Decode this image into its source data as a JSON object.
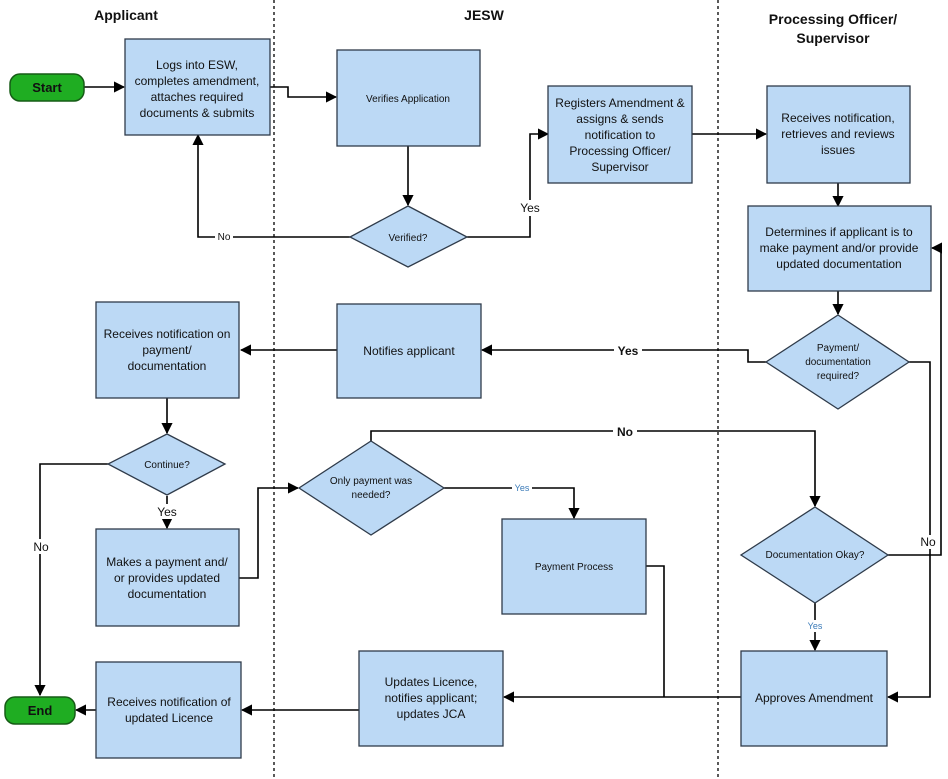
{
  "lanes": {
    "applicant": "Applicant",
    "jesw": "JESW",
    "officer_line1": "Processing Officer/",
    "officer_line2": "Supervisor"
  },
  "terminals": {
    "start": "Start",
    "end": "End"
  },
  "nodes": {
    "logs_into_esw": [
      "Logs into ESW,",
      "completes amendment,",
      "attaches required",
      "documents & submits"
    ],
    "verifies_application": [
      "Verifies Application"
    ],
    "verified_decision": [
      "Verified?"
    ],
    "registers_amendment": [
      "Registers Amendment &",
      "assigns & sends",
      "notification to",
      "Processing Officer/",
      "Supervisor"
    ],
    "receives_notification_reviews": [
      "Receives notification,",
      "retrieves and reviews",
      "issues"
    ],
    "determines_payment": [
      "Determines if applicant is to",
      "make payment and/or provide",
      "updated documentation"
    ],
    "payment_required_decision": [
      "Payment/",
      "documentation",
      "required?"
    ],
    "notifies_applicant": [
      "Notifies applicant"
    ],
    "receives_notification_payment": [
      "Receives notification on",
      "payment/",
      "documentation"
    ],
    "continue_decision": [
      "Continue?"
    ],
    "makes_payment": [
      "Makes a payment and/",
      "or provides updated",
      "documentation"
    ],
    "only_payment_decision": [
      "Only payment was",
      "needed?"
    ],
    "payment_process": [
      "Payment Process"
    ],
    "documentation_okay_decision": [
      "Documentation Okay?"
    ],
    "approves_amendment": [
      "Approves Amendment"
    ],
    "updates_licence": [
      "Updates Licence,",
      "notifies applicant;",
      "updates JCA"
    ],
    "receives_notification_licence": [
      "Receives notification of",
      "updated Licence"
    ]
  },
  "edge_labels": {
    "verified_no": "No",
    "verified_yes": "Yes",
    "payment_required_yes": "Yes",
    "continue_yes": "Yes",
    "continue_no": "No",
    "only_payment_yes": "Yes",
    "only_payment_no": "No",
    "documentation_no": "No",
    "documentation_yes": "Yes"
  }
}
